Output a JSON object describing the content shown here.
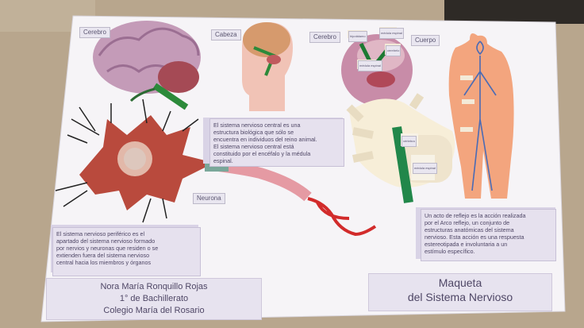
{
  "labels": {
    "cerebro": "Cerebro",
    "cabeza": "Cabeza",
    "cerebro2": "Cerebro",
    "cuerpo": "Cuerpo",
    "neurona": "Neurona",
    "mini1": "hipotálamo",
    "mini2": "médula espinal",
    "mini3": "cerebelo",
    "mini4": "médula espinal",
    "spine1": "vértebra",
    "spine2": "médula espinal"
  },
  "texts": {
    "central": [
      "El sistema nervioso central es una",
      "estructura biológica que sólo se",
      "encuentra en individuos del reino animal.",
      "El sistema nervioso central está",
      "constituido por el encéfalo y la médula",
      "espinal."
    ],
    "periferico": [
      "El sistema nervioso periférico es el",
      "apartado del sistema nervioso formado",
      "por nervios y neuronas que residen o se",
      "extienden fuera del sistema nervioso",
      "central hacia los miembros y órganos"
    ],
    "reflejo": [
      "Un acto de reflejo es la acción realizada",
      "por el Arco reflejo, un conjunto de",
      "estructuras anatómicas del sistema",
      "nervioso. Esta acción es una respuesta",
      "estereotipada e involuntaria a un",
      "estímulo específico."
    ]
  },
  "footer": {
    "author": [
      "Nora María Ronquillo Rojas",
      "1° de Bachillerato",
      "Colegio María del Rosario"
    ],
    "title": [
      "Maqueta",
      "del Sistema Nervioso"
    ]
  }
}
